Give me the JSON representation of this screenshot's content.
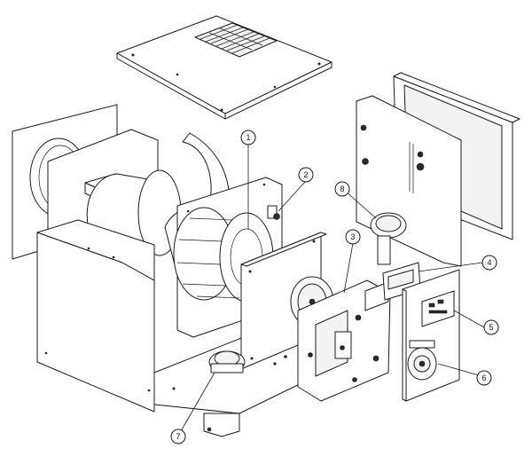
{
  "diagram": {
    "type": "exploded-assembly",
    "callouts": [
      {
        "id": "1",
        "label": "1"
      },
      {
        "id": "2",
        "label": "2"
      },
      {
        "id": "3",
        "label": "3"
      },
      {
        "id": "4",
        "label": "4"
      },
      {
        "id": "5",
        "label": "5"
      },
      {
        "id": "6",
        "label": "6"
      },
      {
        "id": "7",
        "label": "7"
      },
      {
        "id": "8",
        "label": "8"
      }
    ]
  }
}
